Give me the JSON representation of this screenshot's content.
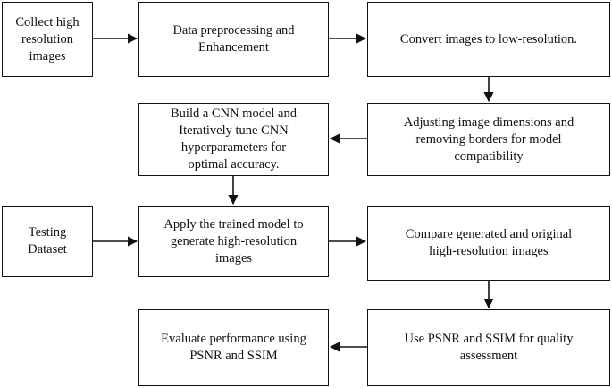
{
  "diagram": {
    "nodes": {
      "collect": "Collect high\nresolution\nimages",
      "preprocess": "Data preprocessing  and\nEnhancement",
      "lowres": "Convert images to low-resolution.",
      "adjust": "Adjusting image dimensions and\nremoving borders for model\ncompatibility",
      "cnn": "Build a CNN model and\nIteratively tune CNN\nhyperparameters for\noptimal accuracy.",
      "testing": "Testing\nDataset",
      "apply": "Apply the trained model to\ngenerate high-resolution\nimages",
      "compare": "Compare generated and original\nhigh-resolution images",
      "metrics": "Use PSNR and SSIM for quality\nassessment",
      "evaluate": "Evaluate performance using\nPSNR and SSIM"
    },
    "edges": [
      {
        "from": "collect",
        "to": "preprocess"
      },
      {
        "from": "preprocess",
        "to": "lowres"
      },
      {
        "from": "lowres",
        "to": "adjust"
      },
      {
        "from": "adjust",
        "to": "cnn"
      },
      {
        "from": "cnn",
        "to": "apply"
      },
      {
        "from": "testing",
        "to": "apply"
      },
      {
        "from": "apply",
        "to": "compare"
      },
      {
        "from": "compare",
        "to": "metrics"
      },
      {
        "from": "metrics",
        "to": "evaluate"
      }
    ]
  }
}
